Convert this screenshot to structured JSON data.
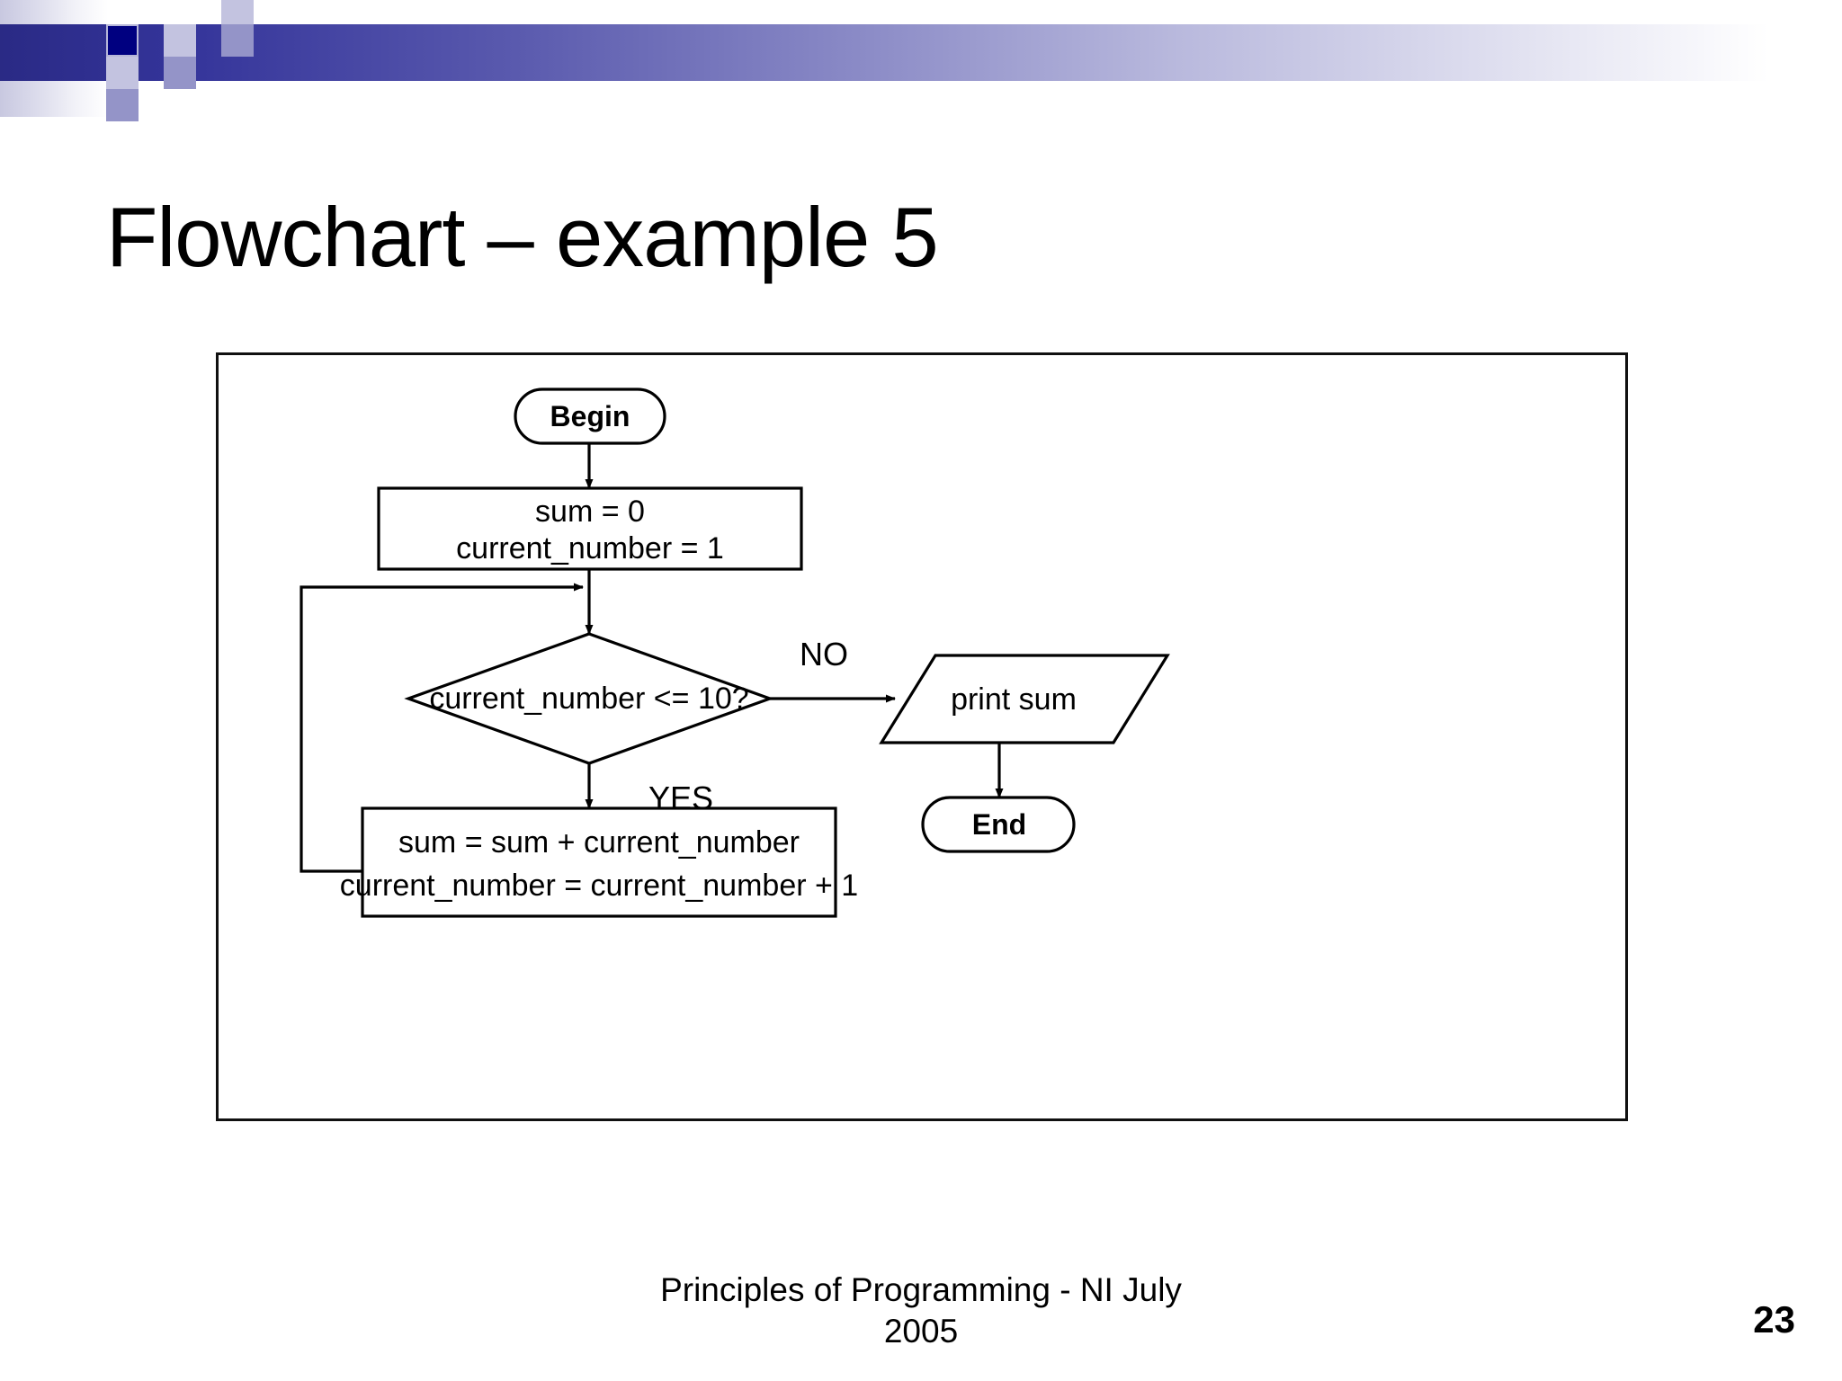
{
  "slide": {
    "title": "Flowchart – example 5",
    "page_number": "23",
    "footer_line1": "Principles of Programming - NI July",
    "footer_line2": "2005"
  },
  "theme": {
    "accent_dark": "#2a2a85",
    "accent_mid": "#8e8ec8",
    "accent_light": "#c5c5e2",
    "line_color": "#000000",
    "background": "#ffffff"
  },
  "chart_data": {
    "type": "diagram",
    "diagram_kind": "flowchart",
    "title": "Flowchart – example 5",
    "nodes": [
      {
        "id": "begin",
        "shape": "terminator",
        "label": "Begin",
        "bold": true
      },
      {
        "id": "init",
        "shape": "process",
        "label_line1": "sum = 0",
        "label_line2": "current_number = 1",
        "bold": false
      },
      {
        "id": "decision",
        "shape": "decision",
        "label": "current_number <= 10?",
        "bold": false
      },
      {
        "id": "output",
        "shape": "input-output",
        "label": "print sum",
        "bold": false
      },
      {
        "id": "end",
        "shape": "terminator",
        "label": "End",
        "bold": true
      },
      {
        "id": "accum",
        "shape": "process",
        "label_line1": "sum = sum + current_number",
        "label_line2": "current_number = current_number + 1",
        "bold": false
      }
    ],
    "edges": [
      {
        "from": "begin",
        "to": "init",
        "label": ""
      },
      {
        "from": "init",
        "to": "decision",
        "label": ""
      },
      {
        "from": "decision",
        "to": "output",
        "label": "NO"
      },
      {
        "from": "decision",
        "to": "accum",
        "label": "YES"
      },
      {
        "from": "output",
        "to": "end",
        "label": ""
      },
      {
        "from": "accum",
        "to": "decision",
        "label": ""
      }
    ],
    "edge_labels": {
      "no": "NO",
      "yes": "YES"
    }
  }
}
